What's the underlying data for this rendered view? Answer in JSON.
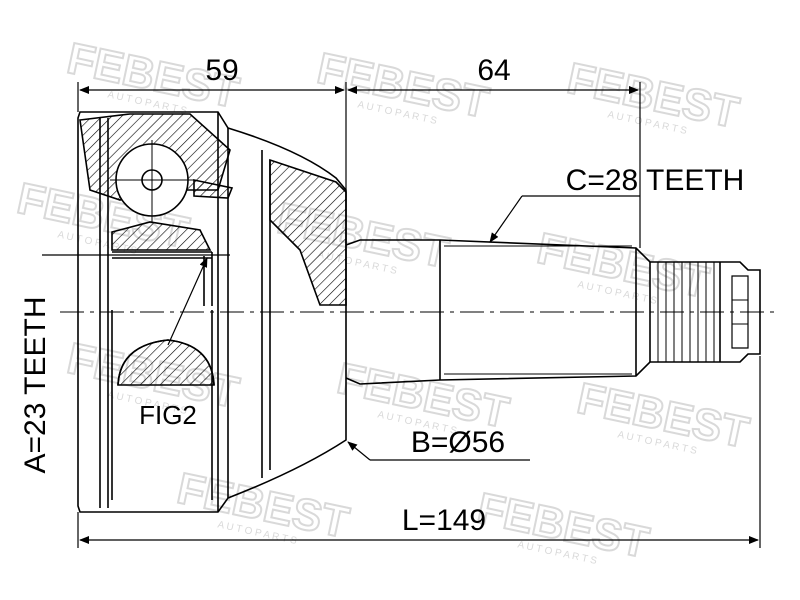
{
  "watermark": {
    "brand": "FEBEST",
    "tagline": "A U T O   P A R T S"
  },
  "dimensions": {
    "top_left": "59",
    "top_right": "64",
    "spline_outer": "C=28 TEETH",
    "spline_inner": "A=23 TEETH",
    "diameter": "B=Ø56",
    "length": "L=149"
  },
  "callouts": {
    "fig": "FIG2"
  },
  "colors": {
    "line": "#000000",
    "watermark": "#d9d9d9",
    "background": "#ffffff"
  }
}
